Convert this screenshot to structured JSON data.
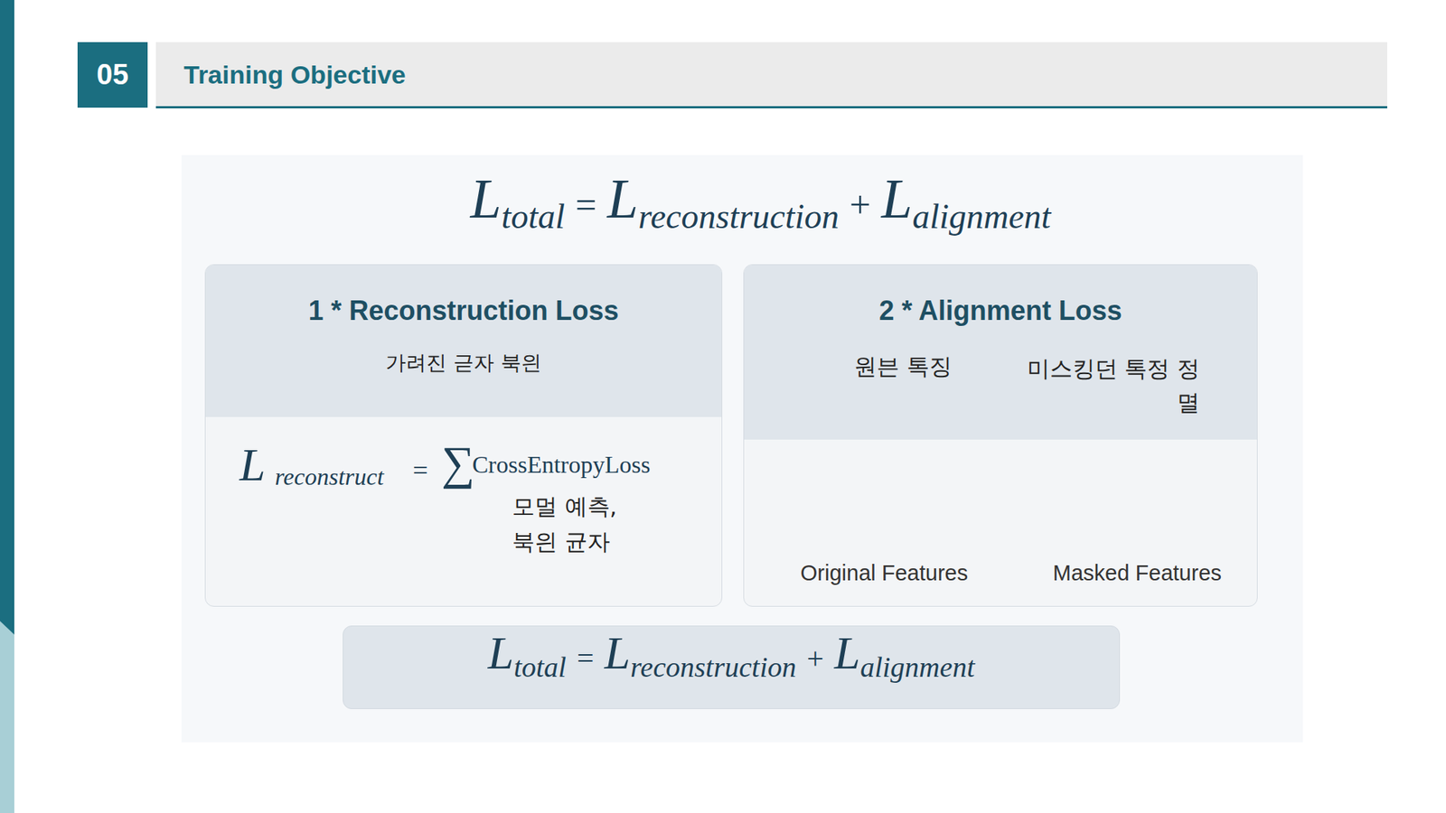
{
  "diagram": {
    "title": "Training Objective",
    "nodes": [
      {
        "text": [
          "05"
        ]
      },
      {
        "text": [
          "1 * Reconstruction Loss",
          "가려진 귿자 북읜"
        ]
      },
      {
        "text": [
          "2 * Alignment Loss",
          "원븐 톡징",
          "미스킹던 톡정 정멸"
        ]
      },
      {
        "text": [
          "L",
          "total",
          "=",
          "L",
          "reconstruction",
          "+",
          "L",
          "alignment"
        ]
      }
    ],
    "labels": [
      "L",
      "total",
      "=",
      "L",
      "reconstruction",
      "+",
      "L",
      "alignment",
      "L",
      "reconstruct",
      "=",
      "∑",
      "CrossEntropyLoss",
      "모멀 예측,",
      "북읜 균자",
      "Original Features",
      "Masked Features"
    ]
  }
}
